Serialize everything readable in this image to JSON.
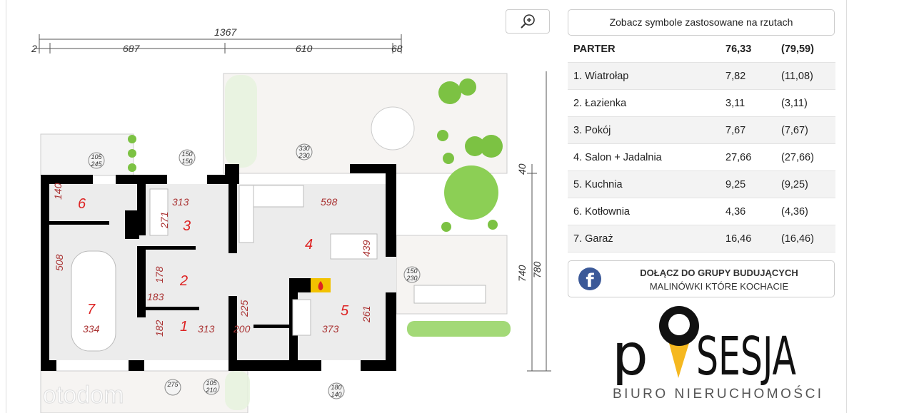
{
  "toolbar": {
    "zoom_icon": "zoom-in-icon"
  },
  "symbols_button": "Zobacz symbole zastosowane na rzutach",
  "table": {
    "header": {
      "name": "PARTER",
      "area": "76,33",
      "area2": "(79,59)"
    },
    "rows": [
      {
        "name": "1. Wiatrołap",
        "area": "7,82",
        "area2": "(11,08)"
      },
      {
        "name": "2. Łazienka",
        "area": "3,11",
        "area2": "(3,11)"
      },
      {
        "name": "3. Pokój",
        "area": "7,67",
        "area2": "(7,67)"
      },
      {
        "name": "4. Salon + Jadalnia",
        "area": "27,66",
        "area2": "(27,66)"
      },
      {
        "name": "5. Kuchnia",
        "area": "9,25",
        "area2": "(9,25)"
      },
      {
        "name": "6. Kotłownia",
        "area": "4,36",
        "area2": "(4,36)"
      },
      {
        "name": "7. Garaż",
        "area": "16,46",
        "area2": "(16,46)"
      }
    ]
  },
  "facebook": {
    "icon": "facebook-icon",
    "line1": "DOŁĄCZ DO GRUPY BUDUJĄCYCH",
    "line2": "MALINÓWKI KTÓRE KOCHACIE",
    "color": "#3b5998"
  },
  "logo": {
    "word": "posesja",
    "sub": "BIURO NIERUCHOMOŚCI",
    "accent": "#f5b820"
  },
  "plan": {
    "top_dims": {
      "total": "1367",
      "a": "2",
      "b": "687",
      "c": "610",
      "d": "68"
    },
    "side_dims": {
      "a": "40",
      "b": "740",
      "c": "780"
    },
    "room_numbers": [
      "1",
      "2",
      "3",
      "4",
      "5",
      "6",
      "7"
    ],
    "dims": {
      "r6h": "140",
      "r3w": "313",
      "r3h": "271",
      "r4w": "598",
      "r4h": "439",
      "r7h": "508",
      "r2h": "178",
      "r2w": "183",
      "st": "225",
      "r1h": "182",
      "r1w": "313",
      "r1b": "200",
      "r5w": "373",
      "r5h": "261",
      "r7w": "334"
    },
    "windows": {
      "w1a": "105",
      "w1b": "245",
      "w2a": "150",
      "w2b": "150",
      "w3a": "330",
      "w3b": "230",
      "w4a": "150",
      "w4b": "230",
      "w5": "275",
      "w6a": "105",
      "w6b": "210",
      "w7a": "180",
      "w7b": "140"
    },
    "watermark": "otodom"
  }
}
